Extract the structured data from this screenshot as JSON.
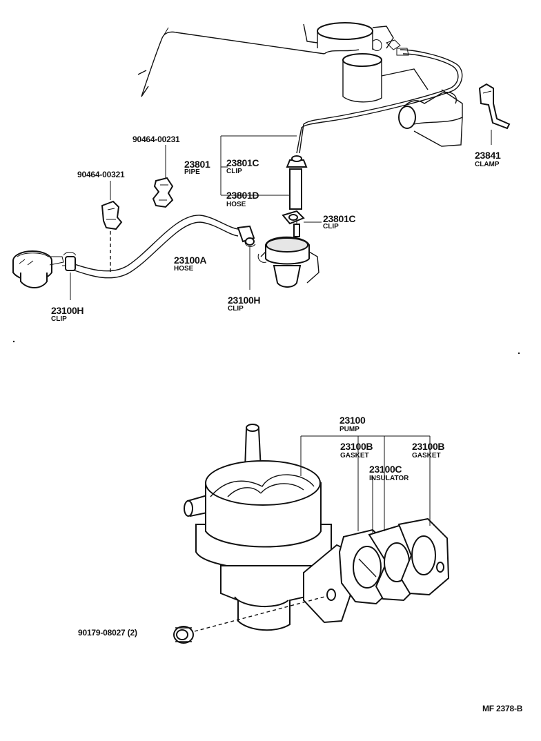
{
  "labels": {
    "p90464_00231": "90464-00231",
    "p90464_00321": "90464-00321",
    "p23801": "23801",
    "p23801_sub": "PIPE",
    "p23801C_top": "23801C",
    "p23801C_top_sub": "CLIP",
    "p23801D": "23801D",
    "p23801D_sub": "HOSE",
    "p23801C_bot": "23801C",
    "p23801C_bot_sub": "CLIP",
    "p23841": "23841",
    "p23841_sub": "CLAMP",
    "p23100A": "23100A",
    "p23100A_sub": "HOSE",
    "p23100H_left": "23100H",
    "p23100H_left_sub": "CLIP",
    "p23100H_mid": "23100H",
    "p23100H_mid_sub": "CLIP",
    "p23100": "23100",
    "p23100_sub": "PUMP",
    "p23100B_1": "23100B",
    "p23100B_1_sub": "GASKET",
    "p23100B_2": "23100B",
    "p23100B_2_sub": "GASKET",
    "p23100C": "23100C",
    "p23100C_sub": "INSULATOR",
    "p90179": "90179-08027 (2)"
  },
  "footer": {
    "code": "MF 2378-B"
  }
}
